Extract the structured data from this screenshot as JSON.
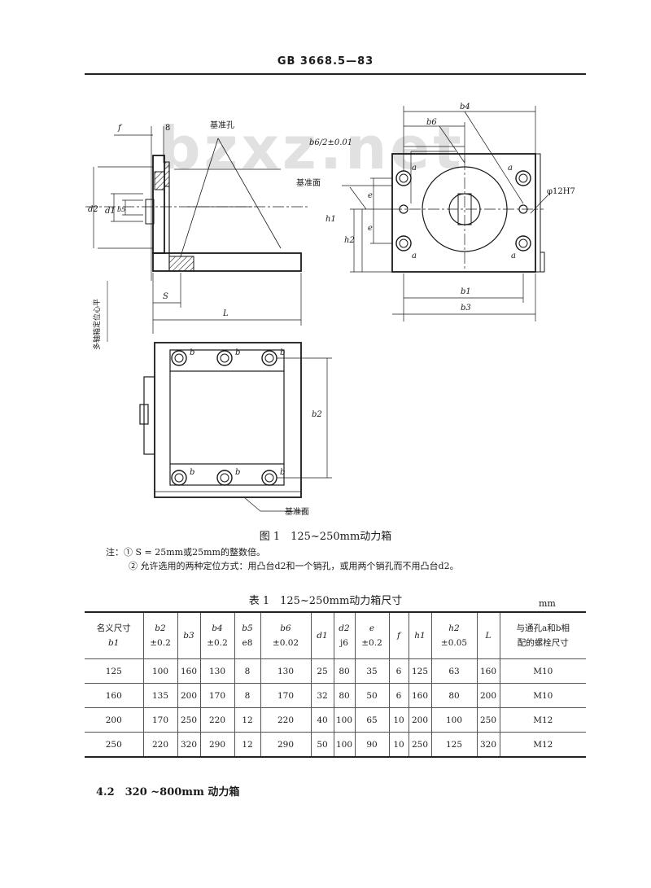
{
  "header": {
    "code": "GB 3668.5—83"
  },
  "watermark": "bzxz.net",
  "figure": {
    "labels": {
      "f": "f",
      "s_top": "8",
      "ref_hole": "基准孔",
      "b6": "b6",
      "b4": "b4",
      "b6_tol": "b6/2±0.01",
      "ref_face_1": "基准面",
      "a_tl": "a",
      "a_tr": "a",
      "a_bl": "a",
      "a_br": "a",
      "e1": "e",
      "e2": "e",
      "h1": "h1",
      "h2": "h2",
      "phi": "φ12H7",
      "d2": "d2",
      "d1": "d1",
      "b5": "b5",
      "S": "S",
      "L": "L",
      "b1": "b1",
      "b3": "b3",
      "b2": "b2",
      "ref_face_2": "基准面",
      "vertical_note": "多轴箱定位心平",
      "b_holes": [
        "b",
        "b",
        "b",
        "b",
        "b",
        "b"
      ]
    },
    "caption": "图 1　125~250mm动力箱"
  },
  "notes": {
    "label": "注：",
    "items": [
      "① S = 25mm或25mm的整数倍。",
      "② 允许选用的两种定位方式：用凸台d2和一个销孔，或用两个销孔而不用凸台d2。"
    ]
  },
  "table": {
    "caption": "表 1　125~250mm动力箱尺寸",
    "unit": "mm",
    "headers": [
      {
        "l1": "名义尺寸",
        "l2": "b1"
      },
      {
        "l1": "b2",
        "l2": "±0.2"
      },
      {
        "l1": "b3",
        "l2": ""
      },
      {
        "l1": "b4",
        "l2": "±0.2"
      },
      {
        "l1": "b5",
        "l2": "e8"
      },
      {
        "l1": "b6",
        "l2": "±0.02"
      },
      {
        "l1": "d1",
        "l2": ""
      },
      {
        "l1": "d2",
        "l2": "j6"
      },
      {
        "l1": "e",
        "l2": "±0.2"
      },
      {
        "l1": "f",
        "l2": ""
      },
      {
        "l1": "h1",
        "l2": ""
      },
      {
        "l1": "h2",
        "l2": "±0.05"
      },
      {
        "l1": "L",
        "l2": ""
      },
      {
        "l1": "与通孔a和b相",
        "l2": "配的螺栓尺寸"
      }
    ],
    "rows": [
      [
        "125",
        "100",
        "160",
        "130",
        "8",
        "130",
        "25",
        "80",
        "35",
        "6",
        "125",
        "63",
        "160",
        "M10"
      ],
      [
        "160",
        "135",
        "200",
        "170",
        "8",
        "170",
        "32",
        "80",
        "50",
        "6",
        "160",
        "80",
        "200",
        "M10"
      ],
      [
        "200",
        "170",
        "250",
        "220",
        "12",
        "220",
        "40",
        "100",
        "65",
        "10",
        "200",
        "100",
        "250",
        "M12"
      ],
      [
        "250",
        "220",
        "320",
        "290",
        "12",
        "290",
        "50",
        "100",
        "90",
        "10",
        "250",
        "125",
        "320",
        "M12"
      ]
    ]
  },
  "section": {
    "title": "4.2　320 ~800mm 动力箱"
  }
}
